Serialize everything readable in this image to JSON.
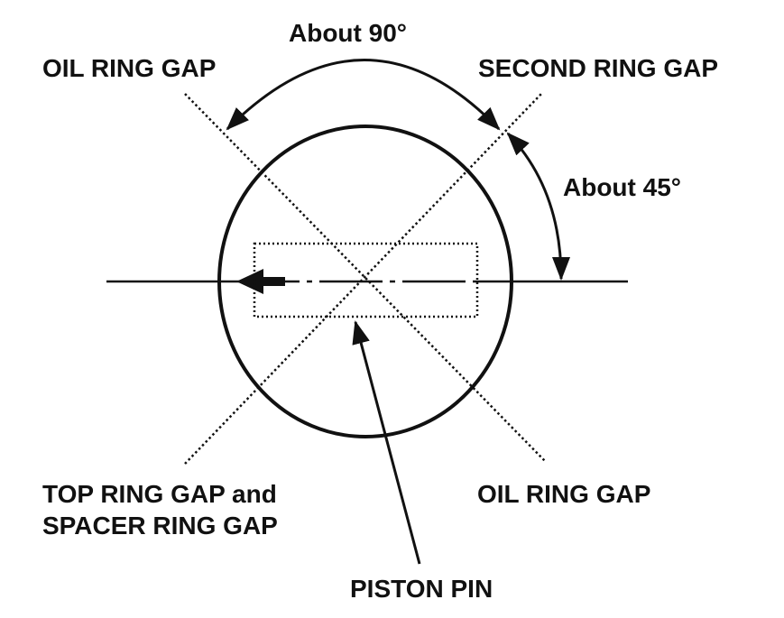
{
  "labels": {
    "about_90": "About 90°",
    "about_45": "About 45°",
    "oil_ring_gap_upper": "OIL RING GAP",
    "second_ring_gap": "SECOND RING GAP",
    "top_ring_gap_line1": "TOP RING GAP and",
    "top_ring_gap_line2": "SPACER RING GAP",
    "oil_ring_gap_lower": "OIL RING GAP",
    "piston_pin": "PISTON PIN"
  },
  "colors": {
    "ink": "#111111",
    "background": "#ffffff"
  },
  "icons": {
    "front_mark": "arrow-left-icon"
  }
}
